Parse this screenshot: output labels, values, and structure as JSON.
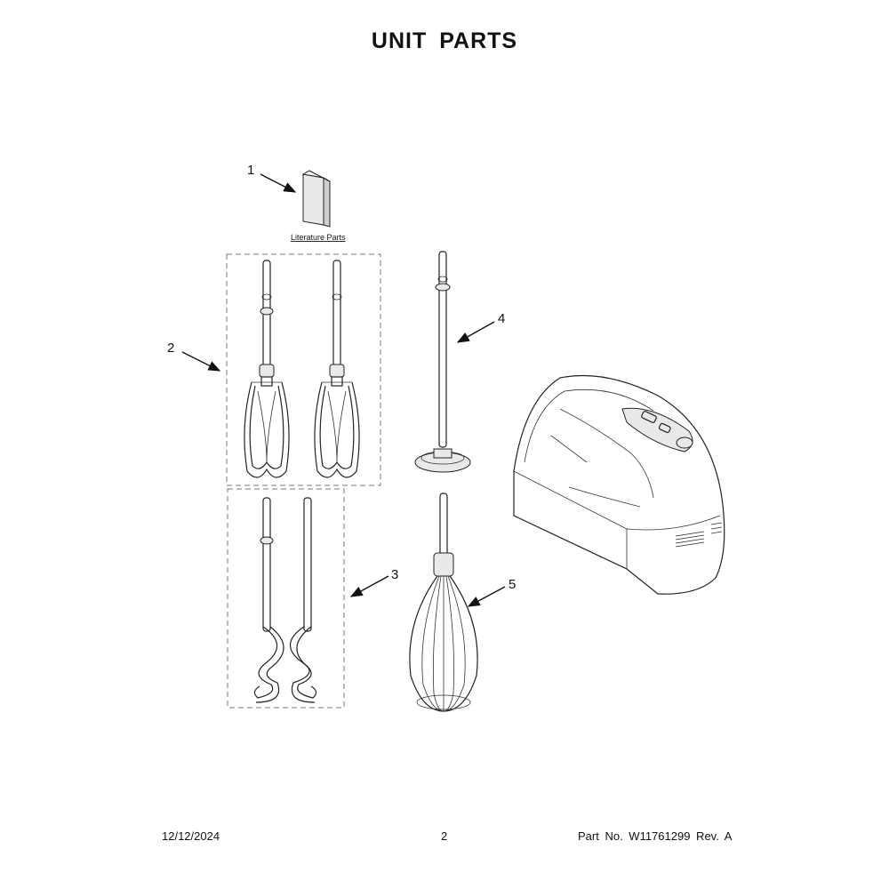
{
  "header": {
    "title": "UNIT PARTS"
  },
  "callouts": [
    {
      "number": "1",
      "label": "Literature Parts"
    },
    {
      "number": "2"
    },
    {
      "number": "3"
    },
    {
      "number": "4"
    },
    {
      "number": "5"
    }
  ],
  "footer": {
    "date": "12/12/2024",
    "page": "2",
    "part_number": "Part No.  W11761299  Rev.  A"
  }
}
